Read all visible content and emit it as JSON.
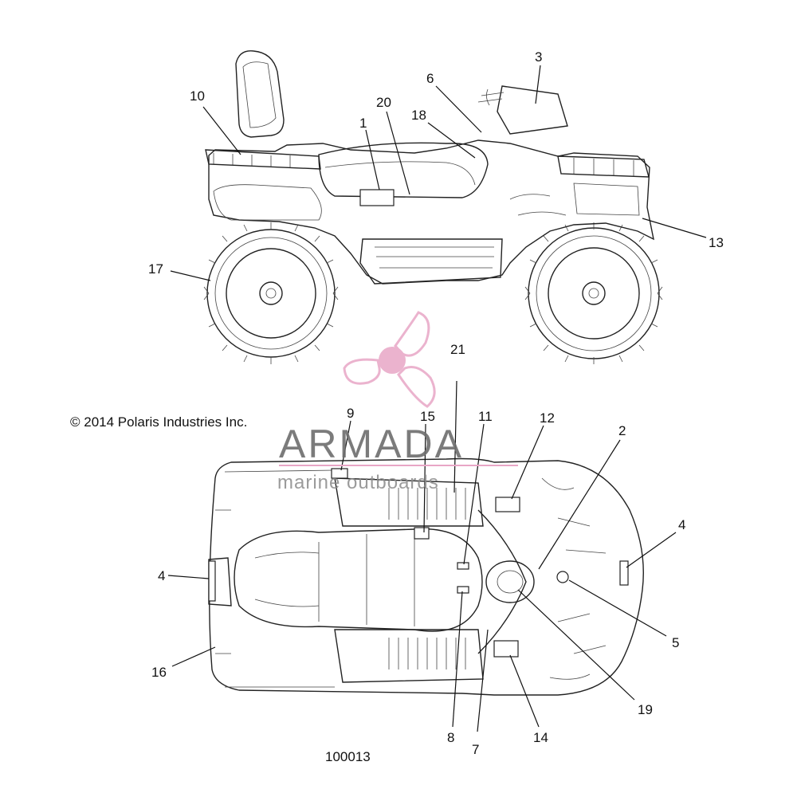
{
  "copyright": "© 2014 Polaris Industries Inc.",
  "figure_number": "100013",
  "watermark": {
    "brand": "ARMADA",
    "tagline": "marine outboards",
    "accent_color": "#e8a6c6"
  },
  "callouts": [
    "1",
    "2",
    "3",
    "4",
    "4",
    "5",
    "6",
    "7",
    "8",
    "9",
    "10",
    "11",
    "12",
    "13",
    "14",
    "15",
    "16",
    "17",
    "18",
    "19",
    "20",
    "21"
  ],
  "callout_labels": {
    "c1": "1",
    "c2": "2",
    "c3": "3",
    "c4a": "4",
    "c4b": "4",
    "c5": "5",
    "c6": "6",
    "c7": "7",
    "c8": "8",
    "c9": "9",
    "c10": "10",
    "c11": "11",
    "c12": "12",
    "c13": "13",
    "c14": "14",
    "c15": "15",
    "c16": "16",
    "c17": "17",
    "c18": "18",
    "c19": "19",
    "c20": "20",
    "c21": "21"
  }
}
